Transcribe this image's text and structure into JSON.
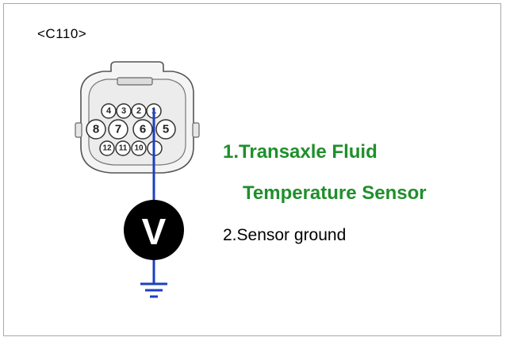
{
  "connector": {
    "label": "<C110>",
    "pins": {
      "top_row": [
        "4",
        "3",
        "2",
        "1"
      ],
      "middle_row": [
        "8",
        "7",
        "6",
        "5"
      ],
      "bottom_row": [
        "12",
        "11",
        "10",
        ""
      ]
    }
  },
  "meter": {
    "symbol": "V"
  },
  "legend": {
    "item1_line1": "1.Transaxle Fluid",
    "item1_line2": "Temperature Sensor",
    "item2": "2.Sensor ground"
  },
  "colors": {
    "wire": "#1d3fc2",
    "legend_green": "#1f8f2b",
    "meter_fill": "#000000"
  },
  "icons": {
    "ground": "ground-symbol-icon",
    "voltmeter": "voltmeter-icon"
  }
}
